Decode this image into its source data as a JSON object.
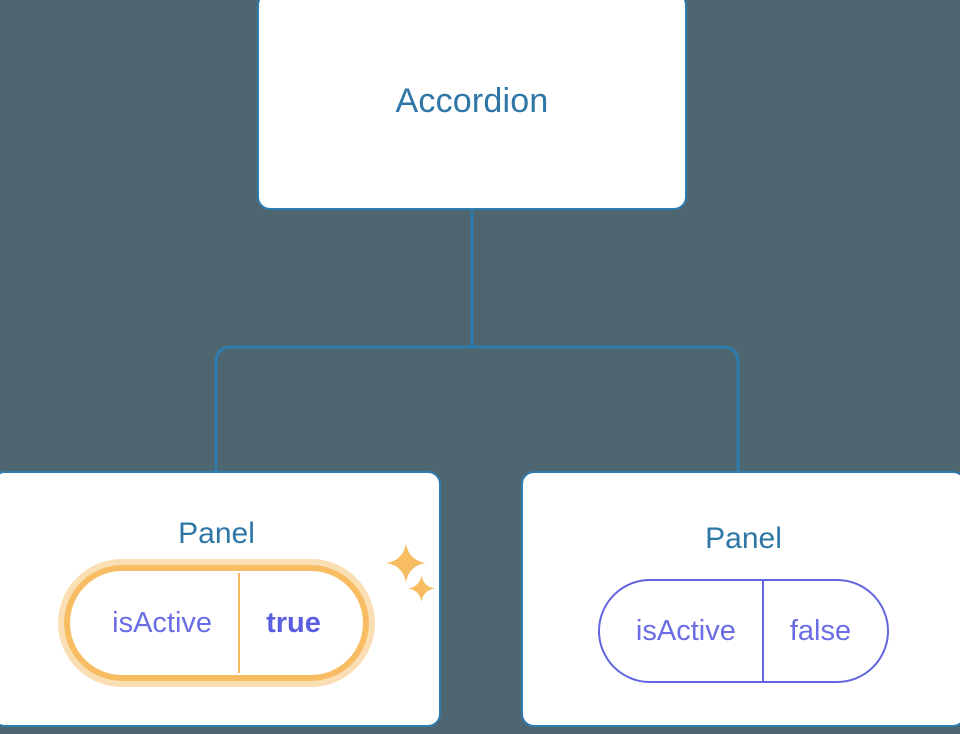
{
  "diagram": {
    "type": "component-tree",
    "background_color": "#4d6670",
    "node_border_color": "#2f7cae",
    "title_color": "#2e76a6",
    "prop_color": "#6a6de4",
    "highlight_color": "#f8bd63",
    "highlight_glow_color": "#fbdfb4",
    "connector_color": "#2f7cae"
  },
  "root": {
    "label": "Accordion"
  },
  "children": [
    {
      "label": "Panel",
      "highlighted": true,
      "prop": {
        "key": "isActive",
        "value": "true",
        "value_bold": true
      },
      "sparkles": [
        "sparkle-large-icon",
        "sparkle-small-icon"
      ]
    },
    {
      "label": "Panel",
      "highlighted": false,
      "prop": {
        "key": "isActive",
        "value": "false",
        "value_bold": false
      }
    }
  ]
}
